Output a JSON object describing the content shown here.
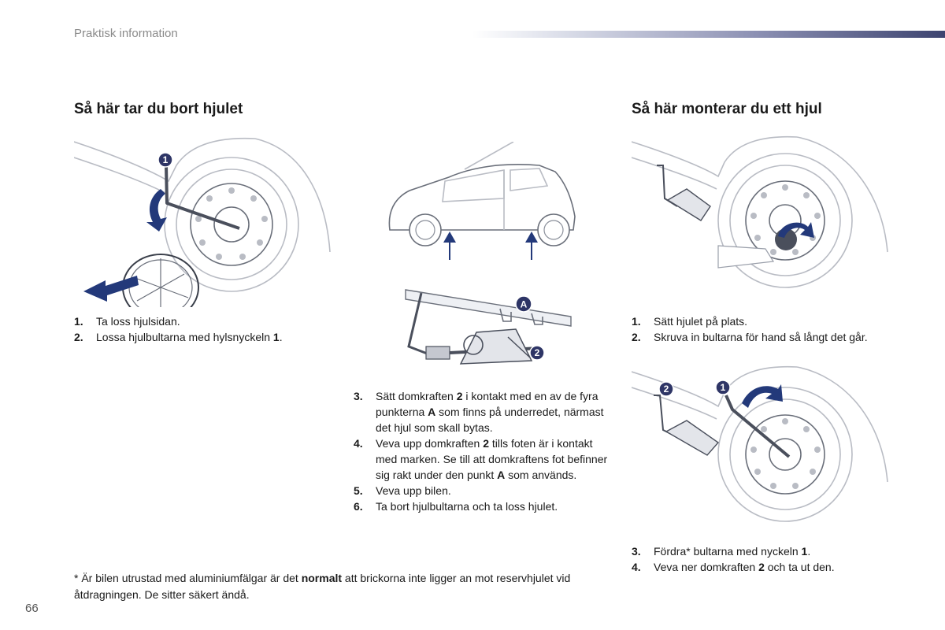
{
  "header": {
    "section_label": "Praktisk information"
  },
  "left": {
    "heading": "Så här tar du bort hjulet",
    "steps": [
      {
        "num": "1.",
        "parts": [
          {
            "t": "Ta loss hjulsidan."
          }
        ]
      },
      {
        "num": "2.",
        "parts": [
          {
            "t": "Lossa hjulbultarna med hylsnyckeln "
          },
          {
            "t": "1",
            "b": true
          },
          {
            "t": "."
          }
        ]
      }
    ]
  },
  "middle": {
    "steps": [
      {
        "num": "3.",
        "parts": [
          {
            "t": "Sätt domkraften "
          },
          {
            "t": "2",
            "b": true
          },
          {
            "t": " i kontakt med en av de fyra punkterna "
          },
          {
            "t": "A",
            "b": true
          },
          {
            "t": " som finns på underredet, närmast det hjul som skall bytas."
          }
        ]
      },
      {
        "num": "4.",
        "parts": [
          {
            "t": "Veva upp domkraften "
          },
          {
            "t": "2",
            "b": true
          },
          {
            "t": " tills foten är i kontakt med marken. Se till att domkraftens fot befinner sig rakt under den punkt "
          },
          {
            "t": "A",
            "b": true
          },
          {
            "t": " som används."
          }
        ]
      },
      {
        "num": "5.",
        "parts": [
          {
            "t": "Veva upp bilen."
          }
        ]
      },
      {
        "num": "6.",
        "parts": [
          {
            "t": "Ta bort hjulbultarna och ta loss hjulet."
          }
        ]
      }
    ]
  },
  "right": {
    "heading": "Så här monterar du ett hjul",
    "steps_top": [
      {
        "num": "1.",
        "parts": [
          {
            "t": "Sätt hjulet på plats."
          }
        ]
      },
      {
        "num": "2.",
        "parts": [
          {
            "t": "Skruva in bultarna för hand så långt det går."
          }
        ]
      }
    ],
    "steps_bottom": [
      {
        "num": "3.",
        "parts": [
          {
            "t": "Fördra* bultarna med nyckeln "
          },
          {
            "t": "1",
            "b": true
          },
          {
            "t": "."
          }
        ]
      },
      {
        "num": "4.",
        "parts": [
          {
            "t": "Veva ner domkraften "
          },
          {
            "t": "2",
            "b": true
          },
          {
            "t": " och ta ut den."
          }
        ]
      }
    ]
  },
  "callouts": {
    "one": "1",
    "two": "2",
    "a": "A"
  },
  "footnote": {
    "parts": [
      {
        "t": "* Är bilen utrustad med aluminiumfälgar är det "
      },
      {
        "t": "normalt",
        "b": true
      },
      {
        "t": " att brickorna inte ligger an mot reservhjulet vid åtdragningen. De sitter säkert ändå."
      }
    ]
  },
  "footer": {
    "page_number": "66"
  },
  "colors": {
    "accent": "#3d4470",
    "callout": "#2e3566",
    "arrow": "#23397a"
  }
}
